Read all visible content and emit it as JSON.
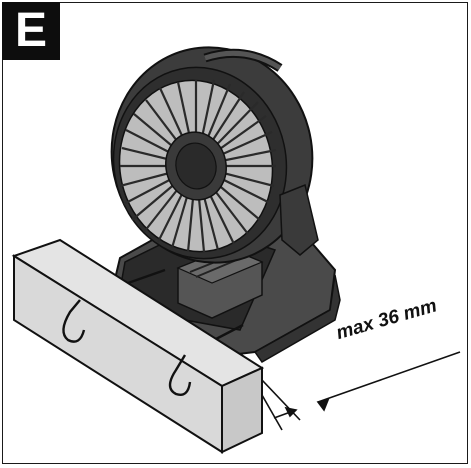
{
  "figure": {
    "label": "E",
    "dimension_text": "max 36 mm"
  },
  "colors": {
    "label_bg": "#0d0d0d",
    "label_fg": "#ffffff",
    "line": "#1a1a1a",
    "fan_body": "#3c3c3c",
    "fan_dark": "#222222",
    "board": "#d9d9d9"
  },
  "icons": [
    "fan-illustration",
    "wooden-board",
    "hook",
    "dimension-arrow"
  ]
}
